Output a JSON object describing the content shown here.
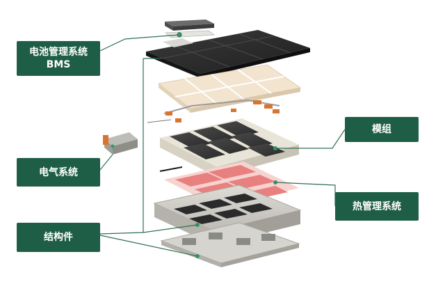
{
  "labels": {
    "bms_line1": "电池管理系统",
    "bms_line2": "BMS",
    "module": "模组",
    "electrical": "电气系统",
    "thermal": "热管理系统",
    "structure": "结构件"
  },
  "colors": {
    "label_bg": "#1f5e46",
    "leader_line": "#2f6f55",
    "lid": "#2b2b2b",
    "cell_dark": "#3a3a3a",
    "cell_frame": "#e9e4d8",
    "foam": "#f3e4cf",
    "cooling": "#e98080",
    "tray": "#cfcfca",
    "copper": "#d9742e"
  }
}
